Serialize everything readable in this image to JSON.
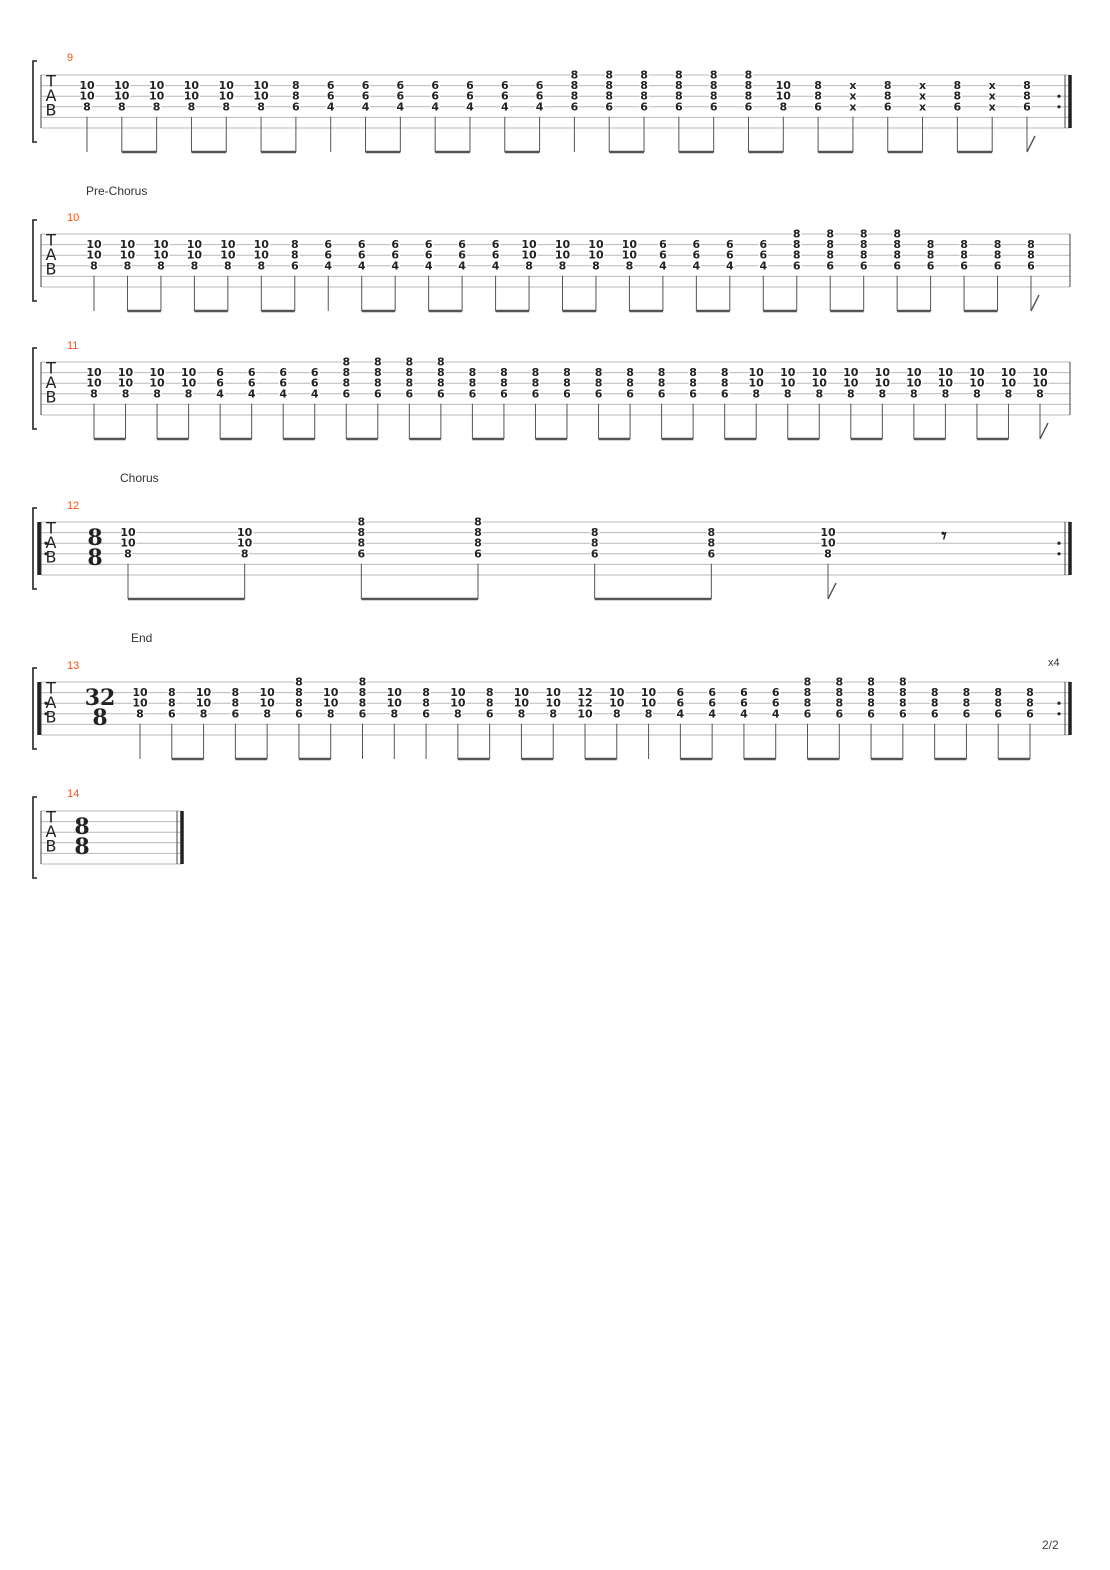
{
  "page": {
    "number": "2/2"
  },
  "tab_clef": [
    "T",
    "A",
    "B"
  ],
  "systems": [
    {
      "bar": "9",
      "section": "",
      "repeat_start": false,
      "repeat_end": true,
      "repeat_count": "",
      "time_sig": null,
      "rest": false,
      "beats": [
        [
          "10",
          "10",
          "8"
        ],
        [
          "10",
          "10",
          "8"
        ],
        [
          "10",
          "10",
          "8"
        ],
        [
          "10",
          "10",
          "8"
        ],
        [
          "10",
          "10",
          "8"
        ],
        [
          "10",
          "10",
          "8"
        ],
        [
          "8",
          "8",
          "6"
        ],
        [
          "6",
          "6",
          "4"
        ],
        [
          "6",
          "6",
          "4"
        ],
        [
          "6",
          "6",
          "4"
        ],
        [
          "6",
          "6",
          "4"
        ],
        [
          "6",
          "6",
          "4"
        ],
        [
          "6",
          "6",
          "4"
        ],
        [
          "6",
          "6",
          "4"
        ],
        [
          "8",
          "8",
          "8",
          "6"
        ],
        [
          "8",
          "8",
          "8",
          "6"
        ],
        [
          "8",
          "8",
          "8",
          "6"
        ],
        [
          "8",
          "8",
          "8",
          "6"
        ],
        [
          "8",
          "8",
          "8",
          "6"
        ],
        [
          "8",
          "8",
          "8",
          "6"
        ],
        [
          "10",
          "10",
          "8"
        ],
        [
          "8",
          "8",
          "6"
        ],
        [
          "x",
          "x",
          "x"
        ],
        [
          "8",
          "8",
          "6"
        ],
        [
          "x",
          "x",
          "x"
        ],
        [
          "8",
          "8",
          "6"
        ],
        [
          "x",
          "x",
          "x"
        ],
        [
          "8",
          "8",
          "6"
        ]
      ],
      "groups": [
        1,
        2,
        2,
        2,
        1,
        2,
        2,
        2,
        1,
        2,
        2,
        2,
        2,
        2,
        2,
        1
      ]
    },
    {
      "bar": "10",
      "section": "Pre-Chorus",
      "repeat_start": false,
      "repeat_end": false,
      "repeat_count": "",
      "time_sig": null,
      "rest": false,
      "beats": [
        [
          "10",
          "10",
          "8"
        ],
        [
          "10",
          "10",
          "8"
        ],
        [
          "10",
          "10",
          "8"
        ],
        [
          "10",
          "10",
          "8"
        ],
        [
          "10",
          "10",
          "8"
        ],
        [
          "10",
          "10",
          "8"
        ],
        [
          "8",
          "8",
          "6"
        ],
        [
          "6",
          "6",
          "4"
        ],
        [
          "6",
          "6",
          "4"
        ],
        [
          "6",
          "6",
          "4"
        ],
        [
          "6",
          "6",
          "4"
        ],
        [
          "6",
          "6",
          "4"
        ],
        [
          "6",
          "6",
          "4"
        ],
        [
          "10",
          "10",
          "8"
        ],
        [
          "10",
          "10",
          "8"
        ],
        [
          "10",
          "10",
          "8"
        ],
        [
          "10",
          "10",
          "8"
        ],
        [
          "6",
          "6",
          "4"
        ],
        [
          "6",
          "6",
          "4"
        ],
        [
          "6",
          "6",
          "4"
        ],
        [
          "6",
          "6",
          "4"
        ],
        [
          "8",
          "8",
          "8",
          "6"
        ],
        [
          "8",
          "8",
          "8",
          "6"
        ],
        [
          "8",
          "8",
          "8",
          "6"
        ],
        [
          "8",
          "8",
          "8",
          "6"
        ],
        [
          "8",
          "8",
          "6"
        ],
        [
          "8",
          "8",
          "6"
        ],
        [
          "8",
          "8",
          "6"
        ],
        [
          "8",
          "8",
          "6"
        ]
      ],
      "groups": [
        1,
        2,
        2,
        2,
        1,
        2,
        2,
        2,
        2,
        2,
        2,
        2,
        2,
        2,
        2,
        1
      ]
    },
    {
      "bar": "11",
      "section": "",
      "repeat_start": false,
      "repeat_end": false,
      "repeat_count": "",
      "time_sig": null,
      "rest": false,
      "beats": [
        [
          "10",
          "10",
          "8"
        ],
        [
          "10",
          "10",
          "8"
        ],
        [
          "10",
          "10",
          "8"
        ],
        [
          "10",
          "10",
          "8"
        ],
        [
          "6",
          "6",
          "4"
        ],
        [
          "6",
          "6",
          "4"
        ],
        [
          "6",
          "6",
          "4"
        ],
        [
          "6",
          "6",
          "4"
        ],
        [
          "8",
          "8",
          "8",
          "6"
        ],
        [
          "8",
          "8",
          "8",
          "6"
        ],
        [
          "8",
          "8",
          "8",
          "6"
        ],
        [
          "8",
          "8",
          "8",
          "6"
        ],
        [
          "8",
          "8",
          "6"
        ],
        [
          "8",
          "8",
          "6"
        ],
        [
          "8",
          "8",
          "6"
        ],
        [
          "8",
          "8",
          "6"
        ],
        [
          "8",
          "8",
          "6"
        ],
        [
          "8",
          "8",
          "6"
        ],
        [
          "8",
          "8",
          "6"
        ],
        [
          "8",
          "8",
          "6"
        ],
        [
          "8",
          "8",
          "6"
        ],
        [
          "10",
          "10",
          "8"
        ],
        [
          "10",
          "10",
          "8"
        ],
        [
          "10",
          "10",
          "8"
        ],
        [
          "10",
          "10",
          "8"
        ],
        [
          "10",
          "10",
          "8"
        ],
        [
          "10",
          "10",
          "8"
        ],
        [
          "10",
          "10",
          "8"
        ],
        [
          "10",
          "10",
          "8"
        ],
        [
          "10",
          "10",
          "8"
        ],
        [
          "10",
          "10",
          "8"
        ]
      ],
      "groups": [
        2,
        2,
        2,
        2,
        2,
        2,
        2,
        2,
        2,
        2,
        2,
        2,
        2,
        2,
        2,
        1
      ]
    },
    {
      "bar": "12",
      "section": "Chorus",
      "repeat_start": true,
      "repeat_end": true,
      "repeat_count": "",
      "time_sig": [
        "8",
        "8"
      ],
      "rest": true,
      "beats": [
        [
          "10",
          "10",
          "8"
        ],
        [
          "10",
          "10",
          "8"
        ],
        [
          "8",
          "8",
          "8",
          "6"
        ],
        [
          "8",
          "8",
          "8",
          "6"
        ],
        [
          "8",
          "8",
          "6"
        ],
        [
          "8",
          "8",
          "6"
        ],
        [
          "10",
          "10",
          "8"
        ]
      ],
      "groups": [
        2,
        2,
        2,
        1
      ]
    },
    {
      "bar": "13",
      "section": "End",
      "repeat_start": true,
      "repeat_end": true,
      "repeat_count": "x4",
      "time_sig": [
        "32",
        "8"
      ],
      "rest": false,
      "beats": [
        [
          "10",
          "10",
          "8"
        ],
        [
          "8",
          "8",
          "6"
        ],
        [
          "10",
          "10",
          "8"
        ],
        [
          "8",
          "8",
          "6"
        ],
        [
          "10",
          "10",
          "8"
        ],
        [
          "8",
          "8",
          "8",
          "6"
        ],
        [
          "10",
          "10",
          "8"
        ],
        [
          "8",
          "8",
          "8",
          "6"
        ],
        [
          "10",
          "10",
          "8"
        ],
        [
          "8",
          "8",
          "6"
        ],
        [
          "10",
          "10",
          "8"
        ],
        [
          "8",
          "8",
          "6"
        ],
        [
          "10",
          "10",
          "8"
        ],
        [
          "10",
          "10",
          "8"
        ],
        [
          "12",
          "12",
          "10"
        ],
        [
          "10",
          "10",
          "8"
        ],
        [
          "10",
          "10",
          "8"
        ],
        [
          "6",
          "6",
          "4"
        ],
        [
          "6",
          "6",
          "4"
        ],
        [
          "6",
          "6",
          "4"
        ],
        [
          "6",
          "6",
          "4"
        ],
        [
          "8",
          "8",
          "8",
          "6"
        ],
        [
          "8",
          "8",
          "8",
          "6"
        ],
        [
          "8",
          "8",
          "8",
          "6"
        ],
        [
          "8",
          "8",
          "8",
          "6"
        ],
        [
          "8",
          "8",
          "6"
        ],
        [
          "8",
          "8",
          "6"
        ],
        [
          "8",
          "8",
          "6"
        ],
        [
          "8",
          "8",
          "6"
        ]
      ],
      "groups": [
        1,
        2,
        2,
        2,
        1,
        1,
        1,
        2,
        2,
        2,
        1,
        2,
        2,
        2,
        2,
        2,
        2
      ]
    },
    {
      "bar": "14",
      "section": "",
      "repeat_start": false,
      "repeat_end": true,
      "repeat_count": "",
      "time_sig": [
        "8",
        "8"
      ],
      "rest": false,
      "beats": [],
      "groups": []
    }
  ]
}
